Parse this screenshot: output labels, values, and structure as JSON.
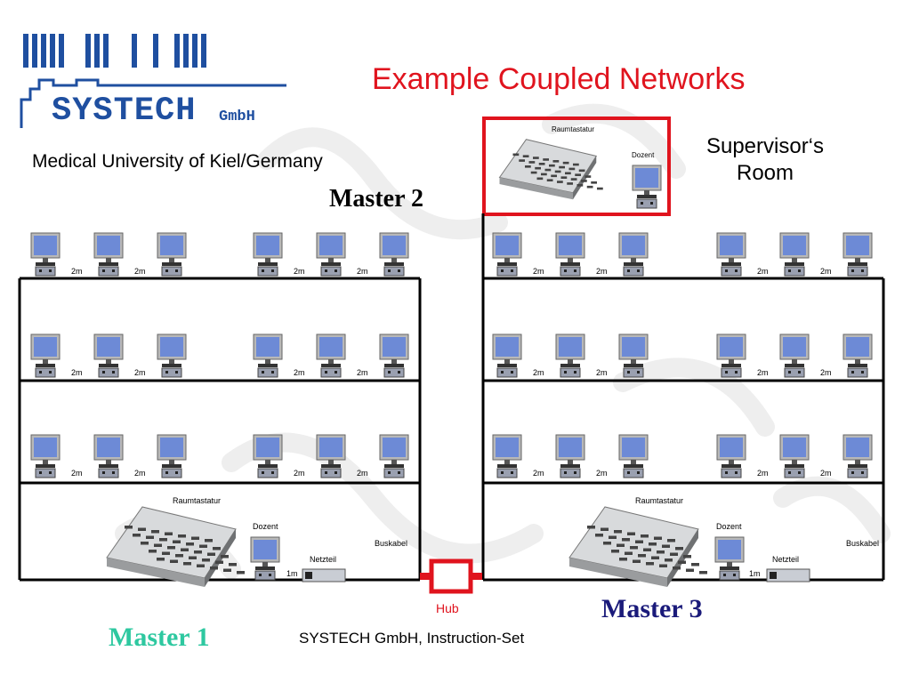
{
  "logo": {
    "brand": "SYSTECH",
    "suffix": "GmbH"
  },
  "header": {
    "title": "Example Coupled Networks",
    "subtitle": "Medical University of Kiel/Germany"
  },
  "labels": {
    "supervisor_room": "Supervisor‘s Room",
    "master1": "Master 1",
    "master2": "Master 2",
    "master3": "Master 3",
    "hub": "Hub",
    "room_keyboard": "Raumtastatur",
    "lecturer": "Dozent",
    "bus_cable": "Buskabel",
    "power_supply": "Netzteil",
    "dist_2m": "2m",
    "dist_1m": "1m"
  },
  "footer": {
    "text": "SYSTECH GmbH, Instruction-Set"
  },
  "colors": {
    "title": "#e0141e",
    "hub": "#e0141e",
    "supervisor_frame": "#e0141e",
    "master1": "#2ec8a0",
    "master3": "#1a1a7a",
    "logo": "#1f4fa0",
    "monitor_screen": "#6d8ad6",
    "cable": "#000000"
  },
  "icons": [
    "monitor-icon",
    "network-box-icon",
    "room-keyboard-icon",
    "hub-icon",
    "power-supply-icon",
    "logo-barcode-icon"
  ]
}
